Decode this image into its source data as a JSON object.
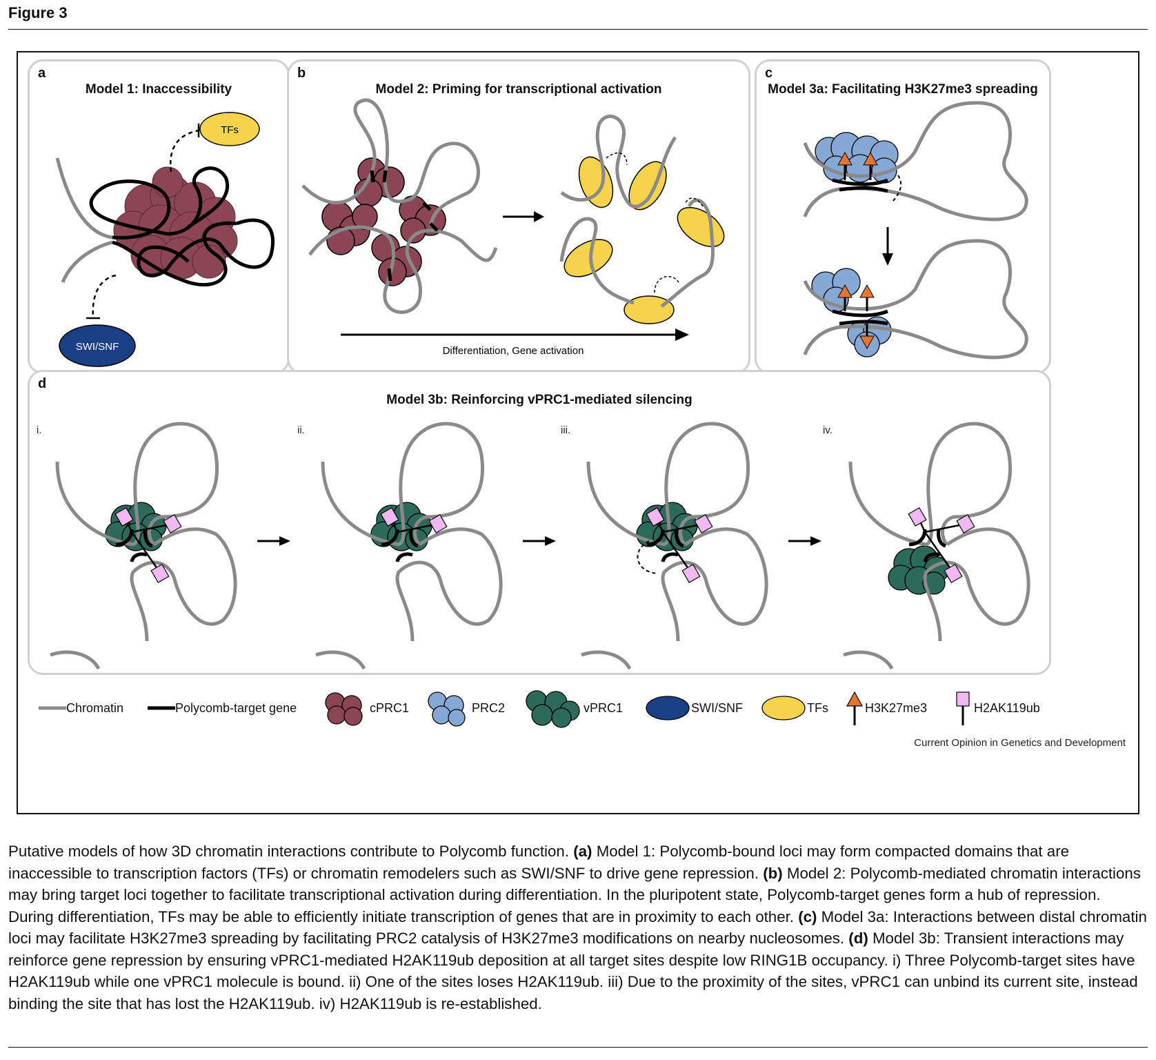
{
  "figure_label": "Figure 3",
  "panels": {
    "a": {
      "letter": "a",
      "title": "Model 1: Inaccessibility",
      "tf_label": "TFs",
      "swisnf_label": "SWI/SNF"
    },
    "b": {
      "letter": "b",
      "title": "Model 2: Priming for transcriptional activation",
      "axis_label": "Differentiation, Gene activation"
    },
    "c": {
      "letter": "c",
      "title": "Model 3a: Facilitating H3K27me3 spreading"
    },
    "d": {
      "letter": "d",
      "title": "Model 3b: Reinforcing vPRC1-mediated silencing",
      "stages": [
        "i.",
        "ii.",
        "iii.",
        "iv."
      ]
    }
  },
  "legend": [
    {
      "key": "chromatin",
      "label": "Chromatin",
      "color": "#8a8a8a"
    },
    {
      "key": "target-gene",
      "label": "Polycomb-target gene",
      "color": "#000000"
    },
    {
      "key": "cprc1",
      "label": "cPRC1",
      "color": "#8b4553"
    },
    {
      "key": "prc2",
      "label": "PRC2",
      "color": "#85a8d4"
    },
    {
      "key": "vprc1",
      "label": "vPRC1",
      "color": "#2c6a5c"
    },
    {
      "key": "swisnf",
      "label": "SWI/SNF",
      "color": "#1b3f84"
    },
    {
      "key": "tfs",
      "label": "TFs",
      "color": "#f5d44c"
    },
    {
      "key": "h3k27me3",
      "label": "H3K27me3",
      "color": "#e47533"
    },
    {
      "key": "h2ak119ub",
      "label": "H2AK119ub",
      "color": "#f2b8f2"
    }
  ],
  "credit": "Current Opinion in Genetics and Development",
  "caption": {
    "intro": "Putative models of how 3D chromatin interactions contribute to Polycomb function.",
    "a_tag": "(a)",
    "a_text": "Model 1: Polycomb-bound loci may form compacted domains that are inaccessible to transcription factors (TFs) or chromatin remodelers such as SWI/SNF to drive gene repression.",
    "b_tag": "(b)",
    "b_text": "Model 2: Polycomb-mediated chromatin interactions may bring target loci together to facilitate transcriptional activation during differentiation. In the pluripotent state, Polycomb-target genes form a hub of repression. During differentiation, TFs may be able to efficiently initiate transcription of genes that are in proximity to each other.",
    "c_tag": "(c)",
    "c_text": "Model 3a: Interactions between distal chromatin loci may facilitate H3K27me3 spreading by facilitating PRC2 catalysis of H3K27me3 modifications on nearby nucleosomes.",
    "d_tag": "(d)",
    "d_text": "Model 3b: Transient interactions may reinforce gene repression by ensuring vPRC1-mediated H2AK119ub deposition at all target sites despite low RING1B occupancy. i) Three Polycomb-target sites have H2AK119ub while one vPRC1 molecule is bound. ii) One of the sites loses H2AK119ub. iii) Due to the proximity of the sites, vPRC1 can unbind its current site, instead binding the site that has lost the H2AK119ub. iv) H2AK119ub is re-established."
  }
}
